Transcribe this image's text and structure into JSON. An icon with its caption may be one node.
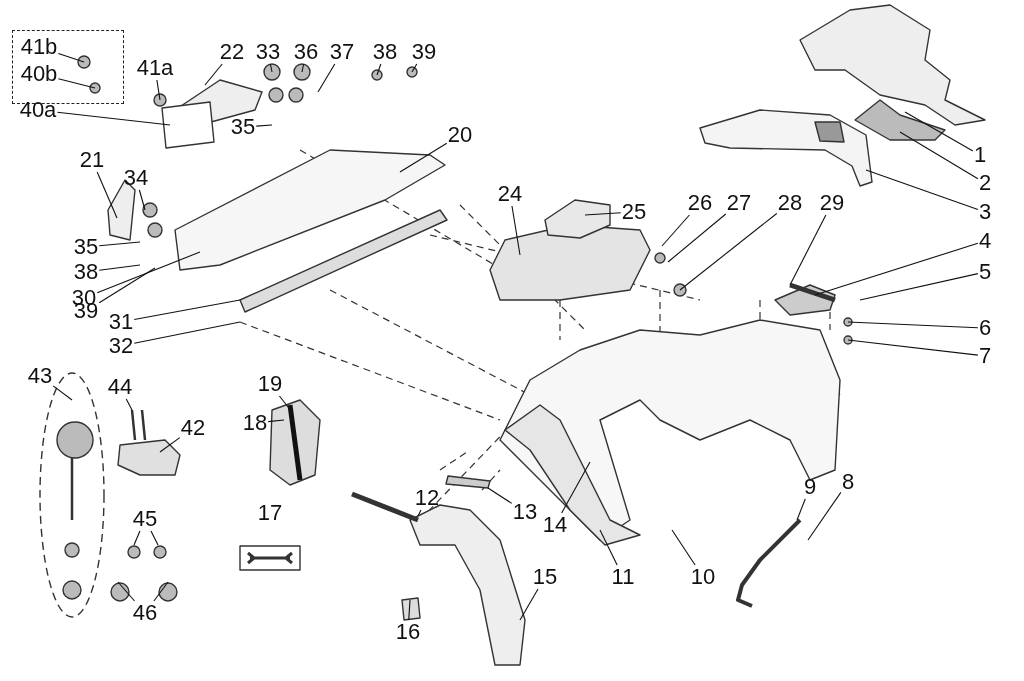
{
  "diagram": {
    "nodes": [
      {
        "text": [],
        "shape": "box"
      },
      {
        "text": [
          "41b"
        ],
        "in": 0
      },
      {
        "text": [
          "40b"
        ],
        "in": 0
      },
      {
        "text": [
          "41a"
        ]
      },
      {
        "text": [
          "22"
        ]
      },
      {
        "text": [
          "33"
        ]
      },
      {
        "text": [
          "36"
        ]
      },
      {
        "text": [
          "37"
        ]
      },
      {
        "text": [
          "38"
        ]
      },
      {
        "text": [
          "39"
        ]
      },
      {
        "text": [
          "1"
        ]
      },
      {
        "text": [
          "40a"
        ]
      },
      {
        "text": [
          "35"
        ]
      },
      {
        "text": [
          "20"
        ]
      },
      {
        "text": [
          "21"
        ]
      },
      {
        "text": [
          "34"
        ]
      },
      {
        "text": [
          "2"
        ]
      },
      {
        "text": [
          "24"
        ]
      },
      {
        "text": [
          "25"
        ]
      },
      {
        "text": [
          "26"
        ]
      },
      {
        "text": [
          "27"
        ]
      },
      {
        "text": [
          "28"
        ]
      },
      {
        "text": [
          "29"
        ]
      },
      {
        "text": [
          "3"
        ]
      },
      {
        "text": [
          "4"
        ]
      },
      {
        "text": [
          "35"
        ]
      },
      {
        "text": [
          "38"
        ]
      },
      {
        "text": [
          "5"
        ]
      },
      {
        "text": [
          "30"
        ]
      },
      {
        "text": [
          "39"
        ]
      },
      {
        "text": [
          "31"
        ]
      },
      {
        "text": [
          "6"
        ]
      },
      {
        "text": [
          "32"
        ]
      },
      {
        "text": [
          "7"
        ]
      },
      {
        "text": [
          "43"
        ]
      },
      {
        "text": [
          "19"
        ]
      },
      {
        "text": [
          "44"
        ]
      },
      {
        "text": [
          "18"
        ]
      },
      {
        "text": [
          "42"
        ]
      },
      {
        "text": [
          "8"
        ]
      },
      {
        "text": [
          "9"
        ]
      },
      {
        "text": [
          "12"
        ]
      },
      {
        "text": [
          "13"
        ]
      },
      {
        "text": [
          "17"
        ]
      },
      {
        "text": [
          "45"
        ]
      },
      {
        "text": [
          "14"
        ]
      },
      {
        "text": [
          "15"
        ]
      },
      {
        "text": [
          "11"
        ]
      },
      {
        "text": [
          "10"
        ]
      },
      {
        "text": [
          "46"
        ]
      },
      {
        "text": [
          "16"
        ]
      }
    ],
    "edges": [
      {
        "from": 1,
        "to": null,
        "arrow": "none"
      },
      {
        "from": 2,
        "to": null,
        "arrow": "none"
      },
      {
        "from": 3,
        "to": null,
        "arrow": "none"
      },
      {
        "from": 4,
        "to": null,
        "arrow": "none"
      },
      {
        "from": 5,
        "to": null,
        "arrow": "none"
      },
      {
        "from": 6,
        "to": null,
        "arrow": "none"
      },
      {
        "from": 7,
        "to": null,
        "arrow": "none"
      },
      {
        "from": 8,
        "to": null,
        "arrow": "none"
      },
      {
        "from": 9,
        "to": null,
        "arrow": "none"
      },
      {
        "from": 10,
        "to": null,
        "arrow": "none"
      },
      {
        "from": 11,
        "to": null,
        "arrow": "none"
      },
      {
        "from": 12,
        "to": null,
        "arrow": "none"
      },
      {
        "from": 13,
        "to": null,
        "arrow": "none"
      },
      {
        "from": 14,
        "to": null,
        "arrow": "none"
      },
      {
        "from": 15,
        "to": null,
        "arrow": "none"
      },
      {
        "from": 16,
        "to": null,
        "arrow": "none"
      },
      {
        "from": 17,
        "to": null,
        "arrow": "none"
      },
      {
        "from": 18,
        "to": null,
        "arrow": "none"
      },
      {
        "from": 19,
        "to": null,
        "arrow": "none"
      },
      {
        "from": 20,
        "to": null,
        "arrow": "none"
      },
      {
        "from": 21,
        "to": null,
        "arrow": "none"
      },
      {
        "from": 22,
        "to": null,
        "arrow": "none"
      },
      {
        "from": 23,
        "to": null,
        "arrow": "none"
      },
      {
        "from": 24,
        "to": null,
        "arrow": "none"
      },
      {
        "from": 25,
        "to": null,
        "arrow": "none"
      },
      {
        "from": 26,
        "to": null,
        "arrow": "none"
      },
      {
        "from": 27,
        "to": null,
        "arrow": "none"
      },
      {
        "from": 28,
        "to": null,
        "arrow": "none"
      },
      {
        "from": 29,
        "to": null,
        "arrow": "none"
      },
      {
        "from": 30,
        "to": null,
        "arrow": "none"
      },
      {
        "from": 31,
        "to": null,
        "arrow": "none"
      },
      {
        "from": 32,
        "to": null,
        "arrow": "none"
      },
      {
        "from": 33,
        "to": null,
        "arrow": "none"
      },
      {
        "from": 34,
        "to": null,
        "arrow": "none"
      },
      {
        "from": 35,
        "to": null,
        "arrow": "none"
      },
      {
        "from": 36,
        "to": null,
        "arrow": "none"
      },
      {
        "from": 37,
        "to": null,
        "arrow": "none"
      },
      {
        "from": 38,
        "to": null,
        "arrow": "none"
      },
      {
        "from": 39,
        "to": null,
        "arrow": "none"
      },
      {
        "from": 40,
        "to": null,
        "arrow": "none"
      },
      {
        "from": 41,
        "to": null,
        "arrow": "none"
      },
      {
        "from": 42,
        "to": null,
        "arrow": "none"
      },
      {
        "from": 44,
        "to": null,
        "arrow": "none"
      },
      {
        "from": 44,
        "to": null,
        "arrow": "none"
      },
      {
        "from": 45,
        "to": null,
        "arrow": "none"
      },
      {
        "from": 46,
        "to": null,
        "arrow": "none"
      },
      {
        "from": 47,
        "to": null,
        "arrow": "none"
      },
      {
        "from": 48,
        "to": null,
        "arrow": "none"
      },
      {
        "from": 49,
        "to": null,
        "arrow": "none"
      },
      {
        "from": 49,
        "to": null,
        "arrow": "none"
      },
      {
        "from": 50,
        "to": null,
        "arrow": "none"
      }
    ]
  }
}
